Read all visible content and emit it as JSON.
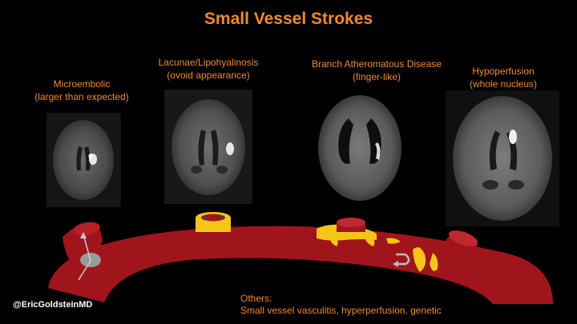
{
  "title": "Small Vessel Strokes",
  "panels": [
    {
      "id": "microembolic",
      "line1": "Microembolic",
      "line2": "(larger than expected)"
    },
    {
      "id": "lacunae",
      "line1": "Lacunae/Lipohyalinosis",
      "line2": "(ovoid appearance)"
    },
    {
      "id": "bad",
      "line1": "Branch Atheromatous Disease",
      "line2": "(finger-like)"
    },
    {
      "id": "hypoperfusion",
      "line1": "Hypoperfusion",
      "line2": "(whole nucleus)"
    }
  ],
  "others": {
    "heading": "Others:",
    "text": "Small vessel vasculitis, hyperperfusion, genetic"
  },
  "handle": "@EricGoldsteinMD",
  "colors": {
    "accent": "#f08a30",
    "vessel": "#a0151c",
    "plaque": "#f5c518"
  }
}
